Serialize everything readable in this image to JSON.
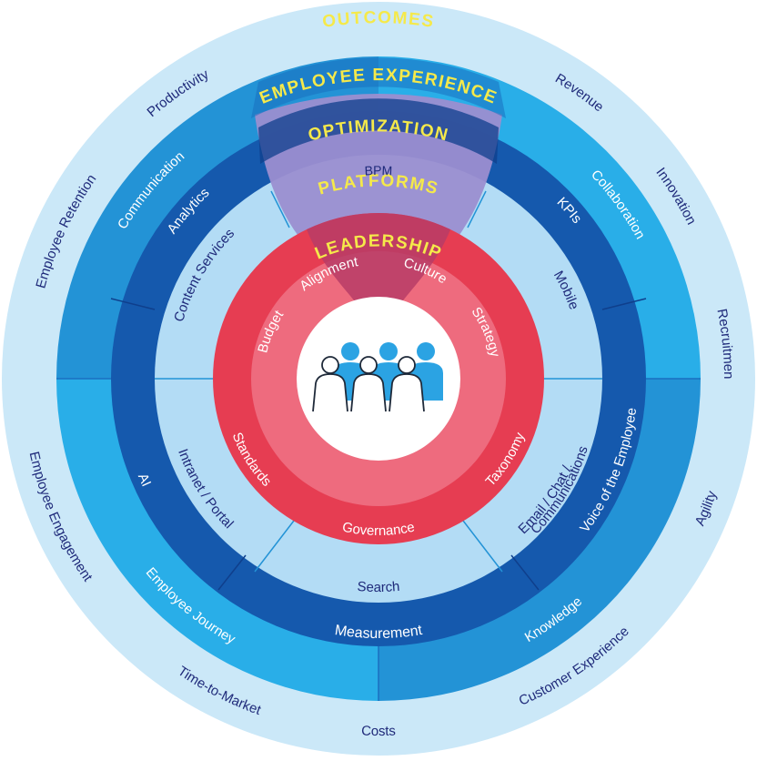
{
  "colors": {
    "outer_ring": "#cbe8f8",
    "outcomes_ring_light": "#29aee8",
    "outcomes_ring_mid": "#2393d6",
    "outcomes_ring_dark": "#1a6fc0",
    "employee_experience_ring": "#1559ad",
    "optimization_ring": "#0f3f8c",
    "platforms_ring": "#b3dcf5",
    "leadership_ring": "#e63d52",
    "leadership_inner": "#ee6b7e",
    "highlight": "#9b8ed0",
    "highlight_red": "#b73c66",
    "center": "#ffffff",
    "people_fill": "#2ba3e3",
    "label_dark": "#1f2a7a",
    "label_yellow": "#f5e94a"
  },
  "layers": {
    "outcomes": "OUTCOMES",
    "employee_experience": "EMPLOYEE EXPERIENCE",
    "optimization": "OPTIMIZATION",
    "platforms": "PLATFORMS",
    "leadership": "LEADERSHIP"
  },
  "outcomes_items": {
    "productivity": "Productivity",
    "revenue": "Revenue",
    "innovation": "Innovation",
    "recruitment": "Recruitment",
    "agility": "Agility",
    "customer_experience": "Customer Experience",
    "costs": "Costs",
    "time_to_market": "Time-to-Market",
    "employee_engagement": "Employee Engagement",
    "employee_retention": "Employee Retention"
  },
  "experience_items": {
    "communication": "Communication",
    "collaboration": "Collaboration",
    "knowledge": "Knowledge",
    "employee_journey": "Employee Journey"
  },
  "optimization_items": {
    "analytics": "Analytics",
    "kpis": "KPIs",
    "voice_of_employee": "Voice of the Employee",
    "measurement": "Measurement",
    "ai": "AI"
  },
  "platform_items": {
    "bpm": "BPM",
    "mobile": "Mobile",
    "email_chat_line1": "Email / Chat /",
    "email_chat_line2": "Communications",
    "search": "Search",
    "intranet_portal": "Intranet / Portal",
    "content_services": "Content Services"
  },
  "leadership_items": {
    "alignment": "Alignment",
    "culture": "Culture",
    "strategy": "Strategy",
    "taxonomy": "Taxonomy",
    "governance": "Governance",
    "standards": "Standards",
    "budget": "Budget"
  },
  "center": {
    "icon": "people-group-icon"
  }
}
